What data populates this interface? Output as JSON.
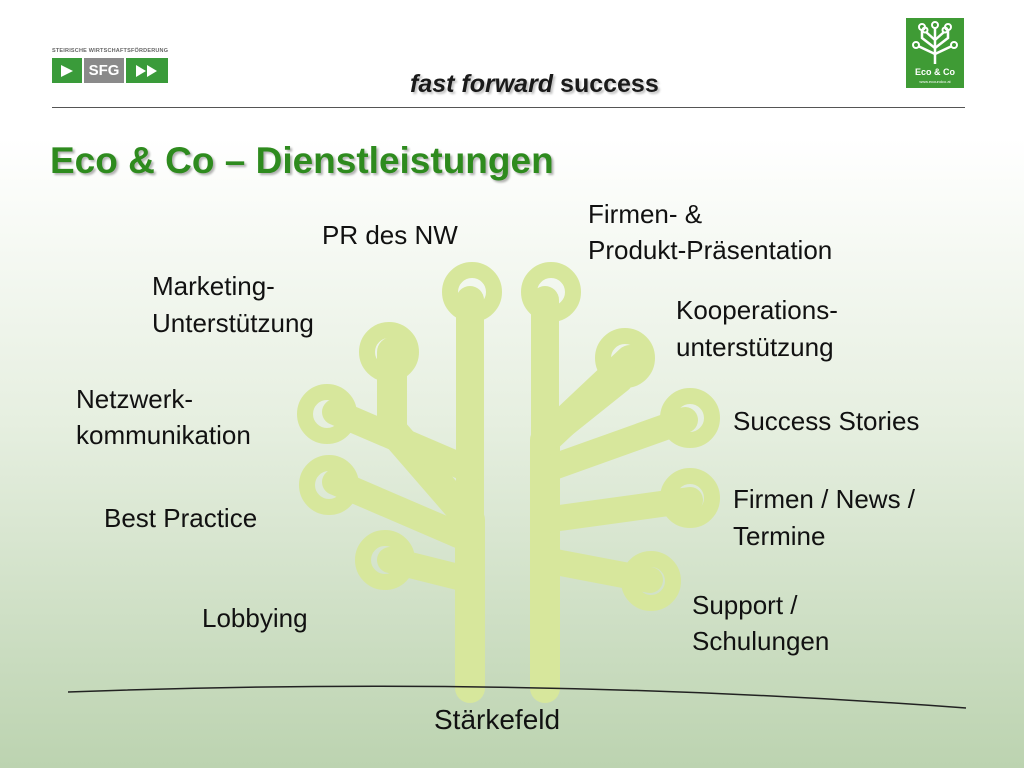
{
  "header": {
    "sfg_caption": "STEIRISCHE WIRTSCHAFTSFÖRDERUNG",
    "sfg_text": "SFG",
    "tagline_italic": "fast forward",
    "tagline_rest": " success",
    "eco_logo_name": "Eco & Co",
    "eco_logo_url": "www.ecoundco.at"
  },
  "title": "Eco & Co – Dienstleistungen",
  "labels": {
    "pr": "PR des NW",
    "firmen_line1": "Firmen- &",
    "firmen_line2": "Produkt-Präsentation",
    "marketing_line1": "Marketing-",
    "marketing_line2": "Unterstützung",
    "kooperation_line1": "Kooperations-",
    "kooperation_line2": "unterstützung",
    "netzwerk_line1": "Netzwerk-",
    "netzwerk_line2": "kommunikation",
    "success": "Success Stories",
    "best": "Best Practice",
    "news_line1": "Firmen / News /",
    "news_line2": "Termine",
    "lobbying": "Lobbying",
    "support_line1": "Support /",
    "support_line2": "Schulungen"
  },
  "footer": "Stärkefeld",
  "colors": {
    "title": "#2e8b1e",
    "tree": "#d7e79c",
    "logo_green": "#3f9b35"
  },
  "icons": [
    "sfg-logo",
    "eco-co-logo",
    "tree-graphic"
  ]
}
